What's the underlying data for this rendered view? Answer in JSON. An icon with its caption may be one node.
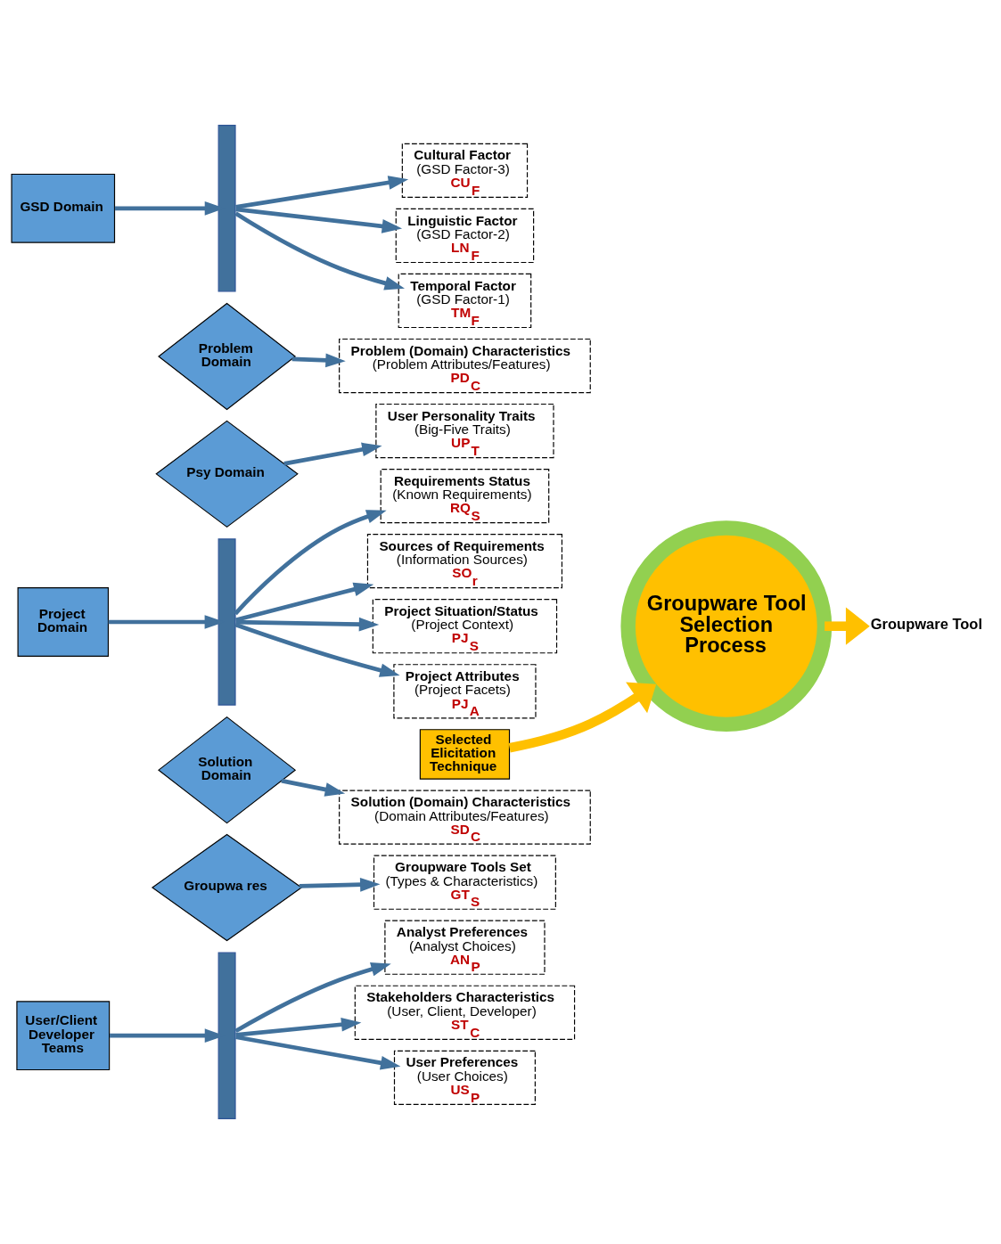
{
  "diagram": {
    "nodes": [
      {
        "text": [
          "GSD Domain"
        ]
      },
      {
        "text": [],
        "shape": "bar"
      },
      {
        "text": [
          "Cultural Factor",
          "(GSD Factor-3)",
          "CU$_{F}$"
        ]
      },
      {
        "text": [
          "Linguistic Factor",
          "(GSD Factor-2)",
          "LN$_{F}$"
        ]
      },
      {
        "text": [
          "Temporal Factor",
          "(GSD Factor-1)",
          "TM$_{F}$"
        ]
      },
      {
        "text": [
          "Problem Domain"
        ]
      },
      {
        "text": [
          "Psy Domain"
        ]
      },
      {
        "text": [
          "Problem (Domain) Characteristics",
          "(Problem Attributes/Features)",
          "PD$_{C}$"
        ]
      },
      {
        "text": [
          "User Personality Traits",
          "(Big-Five Traits)",
          "UP$_{T}$"
        ]
      },
      {
        "text": [
          "Requirements Status",
          "(Known Requirements)",
          "RQ$_{S}$"
        ]
      },
      {
        "text": [
          "Sources of Requirements",
          "(Information Sources)",
          "SO$_{r}$"
        ]
      },
      {
        "text": [
          "Project Situation/Status",
          "(Project Context)",
          "PJ$_{S}$"
        ]
      },
      {
        "text": [
          "Project Attributes",
          "(Project Facets)",
          "PJ$_{A}$"
        ]
      },
      {
        "text": [
          "Project Domain"
        ]
      },
      {
        "text": [],
        "shape": "bar"
      },
      {
        "text": [
          "Groupware Tool Selection Process"
        ]
      },
      {
        "text": [
          "Groupware Tool"
        ]
      },
      {
        "text": [
          "Selected Elicitation Technique"
        ]
      },
      {
        "text": [
          "Solution (Domain) Characteristics",
          "(Domain Attributes/Features)",
          "SD$_{C}$"
        ]
      },
      {
        "text": [
          "Groupware Tools Set",
          "(Types & Characteristics)",
          "GT$_{S}$"
        ]
      },
      {
        "text": [
          "Analyst Preferences",
          "(Analyst Choices)",
          "AN$_{P}$"
        ]
      },
      {
        "text": [
          "Stakeholders Characteristics",
          "(User, Client, Developer)",
          "ST$_{C}$"
        ]
      },
      {
        "text": [
          "User Preferences",
          "(User Choices)",
          "US$_{P}$"
        ]
      },
      {
        "text": [
          "Solution Domain"
        ]
      },
      {
        "text": [
          "Groupwa res"
        ]
      },
      {
        "text": [],
        "shape": "bar"
      },
      {
        "text": [
          "User/Client Developer Teams"
        ]
      }
    ],
    "edges": [
      {
        "from": 0,
        "to": 1,
        "arrow": "to"
      },
      {
        "from": 1,
        "to": 2,
        "arrow": "to"
      },
      {
        "from": 1,
        "to": 3,
        "arrow": "to"
      },
      {
        "from": 1,
        "to": 4,
        "arrow": "to"
      },
      {
        "from": 5,
        "to": 7,
        "arrow": "to"
      },
      {
        "from": 6,
        "to": 8,
        "arrow": "to"
      },
      {
        "from": 13,
        "to": 14,
        "arrow": "to"
      },
      {
        "from": 14,
        "to": 9,
        "arrow": "to"
      },
      {
        "from": 14,
        "to": 10,
        "arrow": "to"
      },
      {
        "from": 14,
        "to": 11,
        "arrow": "to"
      },
      {
        "from": 14,
        "to": 12,
        "arrow": "to"
      },
      {
        "from": 15,
        "to": 16,
        "arrow": "to",
        "style": "thick",
        "color": "#ffc000"
      },
      {
        "from": 17,
        "to": 15,
        "arrow": "to",
        "style": "thick",
        "color": "#ffc000"
      },
      {
        "from": 23,
        "to": 18,
        "arrow": "to"
      },
      {
        "from": 24,
        "to": 19,
        "arrow": "to"
      },
      {
        "from": 26,
        "to": 25,
        "arrow": "to"
      },
      {
        "from": 25,
        "to": 20,
        "arrow": "to"
      },
      {
        "from": 25,
        "to": 21,
        "arrow": "to"
      },
      {
        "from": 25,
        "to": 22,
        "arrow": "to"
      }
    ]
  }
}
